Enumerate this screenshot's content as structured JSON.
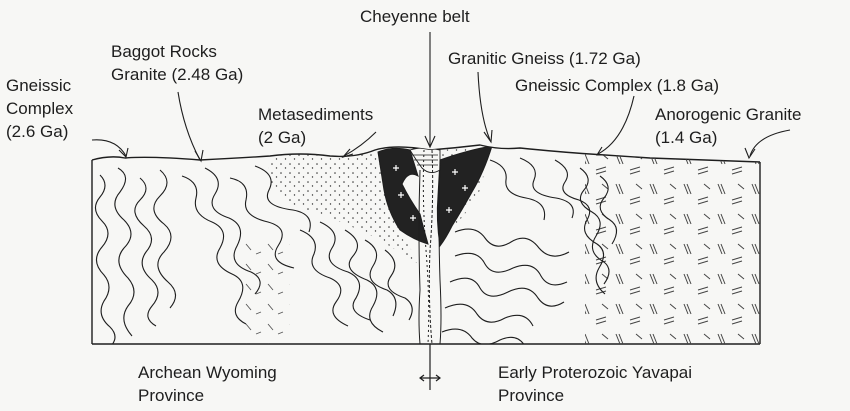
{
  "labels": {
    "cheyenne_belt": "Cheyenne belt",
    "baggot_rocks": [
      "Baggot Rocks",
      "Granite (2.48 Ga)"
    ],
    "granitic_gneiss": "Granitic Gneiss (1.72 Ga)",
    "gneissic_complex_west": [
      "Gneissic",
      "Complex",
      "(2.6 Ga)"
    ],
    "gneissic_complex_east": "Gneissic Complex (1.8 Ga)",
    "metasediments": [
      "Metasediments",
      "(2 Ga)"
    ],
    "anorogenic_granite": [
      "Anorogenic Granite",
      "(1.4 Ga)"
    ],
    "province_west": [
      "Archean Wyoming",
      "Province"
    ],
    "province_east": [
      "Early Proterozoic Yavapai",
      "Province"
    ]
  },
  "colors": {
    "ink": "#1e1e1e",
    "paper": "#f7f7f5",
    "dark_unit": "#222222"
  }
}
